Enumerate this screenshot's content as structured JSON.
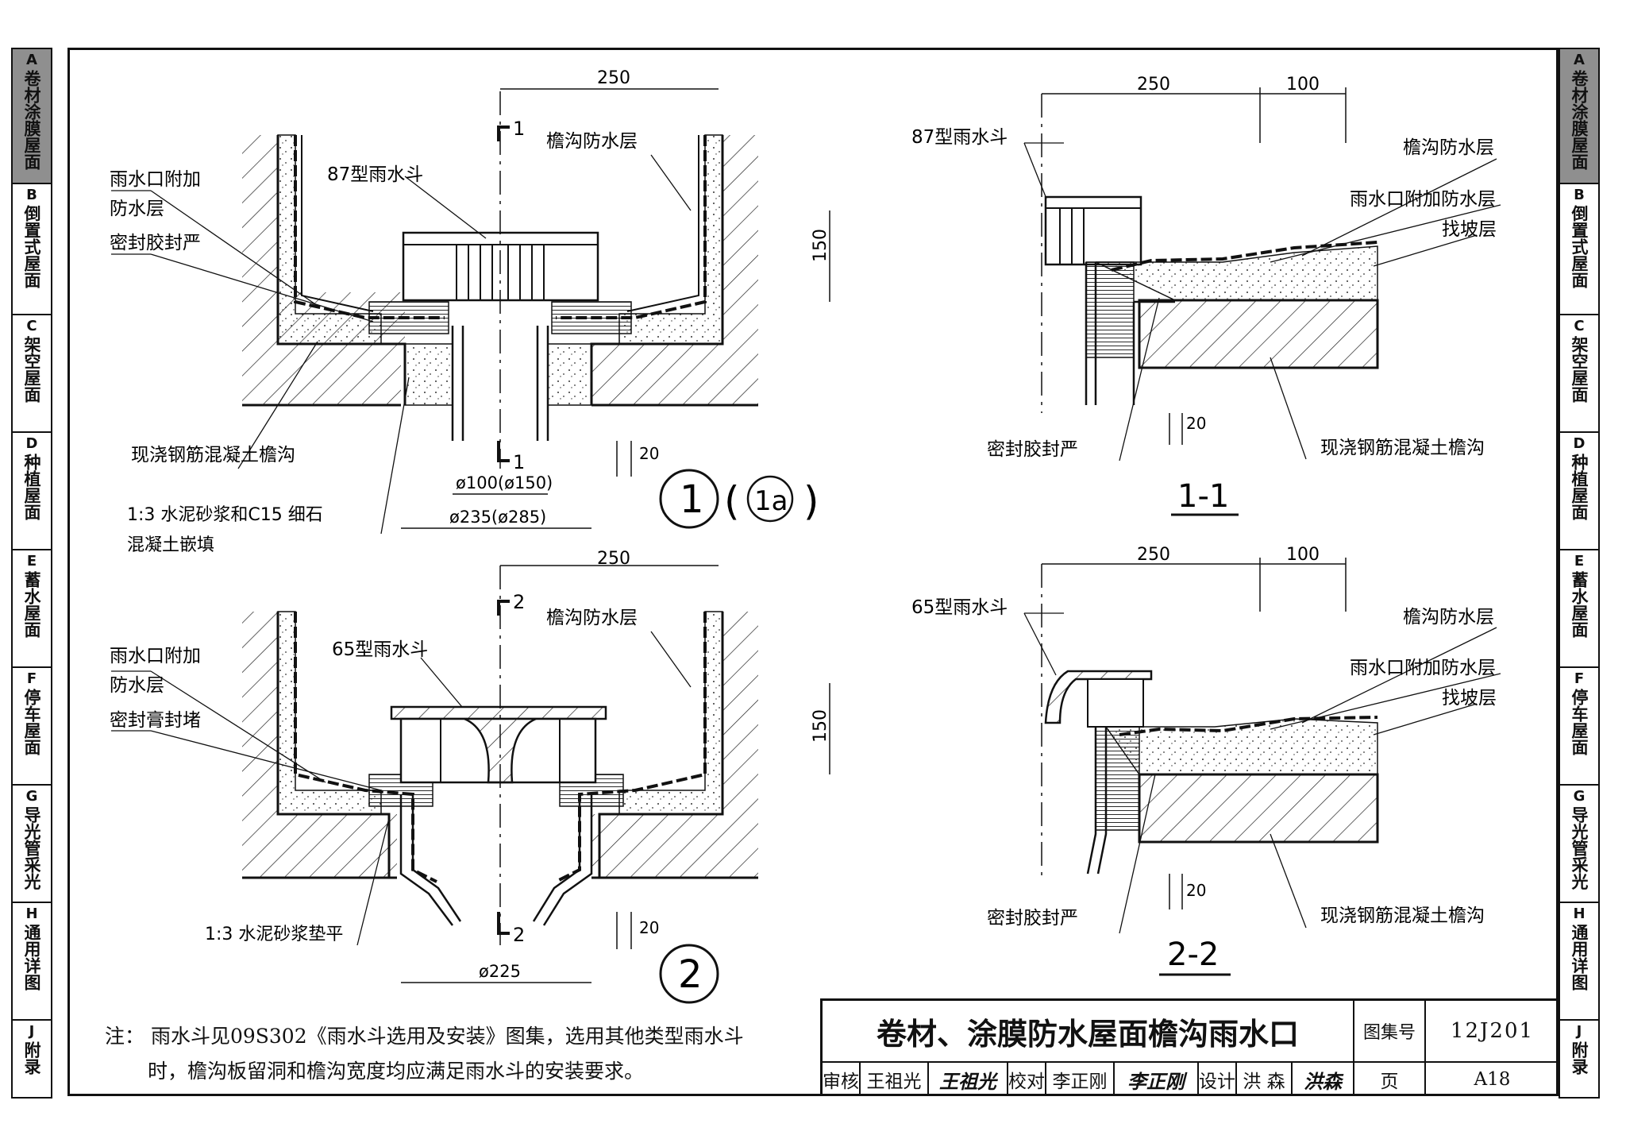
{
  "tabs": [
    {
      "code": "A",
      "name": "卷材涂膜屋面",
      "active": true
    },
    {
      "code": "B",
      "name": "倒置式屋面",
      "active": false
    },
    {
      "code": "C",
      "name": "架空屋面",
      "active": false
    },
    {
      "code": "D",
      "name": "种植屋面",
      "active": false
    },
    {
      "code": "E",
      "name": "蓄水屋面",
      "active": false
    },
    {
      "code": "F",
      "name": "停车屋面",
      "active": false
    },
    {
      "code": "G",
      "name": "导光管采光",
      "active": false
    },
    {
      "code": "H",
      "name": "通用详图",
      "active": false
    },
    {
      "code": "J",
      "name": "附录",
      "active": false
    }
  ],
  "detail1": {
    "dim_top": "250",
    "dim_height": "150",
    "dim_gap": "20",
    "dia_inner": "ø100(ø150)",
    "dia_outer": "ø235(ø285)",
    "section_top": "1",
    "section_bottom": "1",
    "label_drain": "87型雨水斗",
    "label_add_wp_1": "雨水口附加",
    "label_add_wp_2": "防水层",
    "label_seal": "密封胶封严",
    "label_gutter_wp": "檐沟防水层",
    "label_concrete": "现浇钢筋混凝土檐沟",
    "label_fill_1": "1:3 水泥砂浆和C15 细石",
    "label_fill_2": "混凝土嵌填",
    "callout_main": "1",
    "callout_alt": "1a"
  },
  "detail2": {
    "dim_top": "250",
    "dim_height": "150",
    "dim_gap": "20",
    "dia": "ø225",
    "section_top": "2",
    "section_bottom": "2",
    "label_drain": "65型雨水斗",
    "label_add_wp_1": "雨水口附加",
    "label_add_wp_2": "防水层",
    "label_seal": "密封膏封堵",
    "label_gutter_wp": "檐沟防水层",
    "label_mortar": "1:3 水泥砂浆垫平",
    "callout": "2"
  },
  "section11": {
    "dim_a": "250",
    "dim_b": "100",
    "dim_gap": "20",
    "label_drain": "87型雨水斗",
    "label_gutter_wp": "檐沟防水层",
    "label_add_wp": "雨水口附加防水层",
    "label_slope": "找坡层",
    "label_seal": "密封胶封严",
    "label_concrete": "现浇钢筋混凝土檐沟",
    "title": "1-1"
  },
  "section22": {
    "dim_a": "250",
    "dim_b": "100",
    "dim_gap": "20",
    "label_drain": "65型雨水斗",
    "label_gutter_wp": "檐沟防水层",
    "label_add_wp": "雨水口附加防水层",
    "label_slope": "找坡层",
    "label_seal": "密封胶封严",
    "label_concrete": "现浇钢筋混凝土檐沟",
    "title": "2-2"
  },
  "note": {
    "line1": "注：  雨水斗见09S302《雨水斗选用及安装》图集，选用其他类型雨水斗",
    "line2": "时，檐沟板留洞和檐沟宽度均应满足雨水斗的安装要求。"
  },
  "title_block": {
    "title": "卷材、涂膜防水屋面檐沟雨水口",
    "atlas_label": "图集号",
    "atlas_value": "12J201",
    "review_label": "审核",
    "review_name": "王祖光",
    "review_sign": "王祖光",
    "check_label": "校对",
    "check_name": "李正刚",
    "check_sign": "李正刚",
    "design_label": "设计",
    "design_name": "洪  森",
    "design_sign": "洪森",
    "page_label": "页",
    "page_value": "A18"
  }
}
